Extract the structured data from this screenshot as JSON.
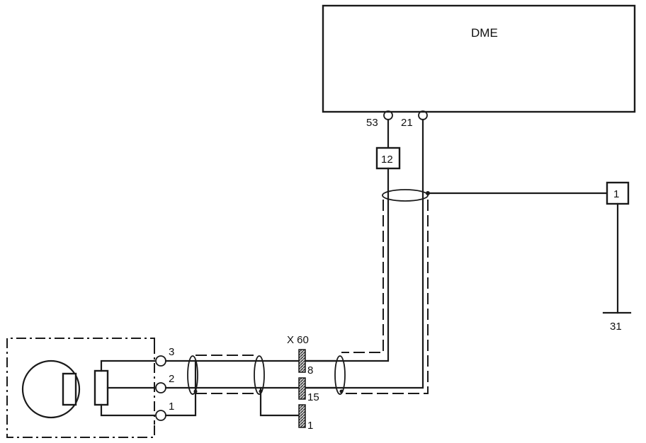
{
  "control_unit": {
    "label": "DME"
  },
  "pins": {
    "pin_53": "53",
    "pin_21": "21"
  },
  "components": {
    "box_12": "12",
    "box_1": "1"
  },
  "ground": {
    "label": "31"
  },
  "connector": {
    "name": "X 60",
    "pin_8": "8",
    "pin_15": "15",
    "pin_1": "1"
  },
  "sensor_terminals": {
    "t3": "3",
    "t2": "2",
    "t1": "1"
  },
  "colors": {
    "line": "#1a1a1a",
    "background": "#ffffff",
    "connector_fill": "#8a8a8a"
  }
}
